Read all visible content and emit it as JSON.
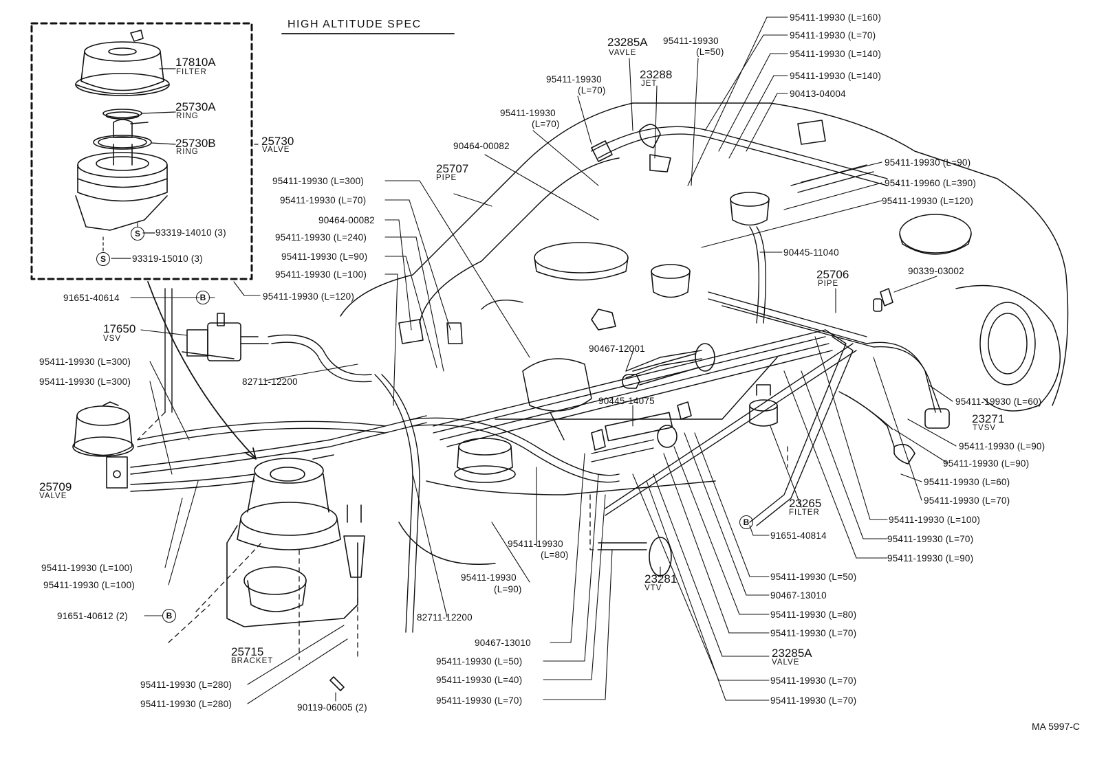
{
  "title": "HIGH ALTITUDE SPEC",
  "reference": "MA 5997-C",
  "detail_box": {
    "filter_num": "17810A",
    "filter_name": "FILTER",
    "ring_a_num": "25730A",
    "ring_a_name": "RING",
    "ring_b_num": "25730B",
    "ring_b_name": "RING",
    "valve_num": "25730",
    "valve_name": "VALVE",
    "screw_1": "93319-14010 (3)",
    "screw_2": "93319-15010 (3)",
    "marker": "S"
  },
  "components": {
    "vsv_num": "17650",
    "vsv_name": "VSV",
    "valve_25709_num": "25709",
    "valve_25709_name": "VALVE",
    "bracket_num": "25715",
    "bracket_name": "BRACKET",
    "pipe_25707_num": "25707",
    "pipe_25707_name": "PIPE",
    "vavle_23285a_num": "23285A",
    "vavle_23285a_name": "VAVLE",
    "jet_num": "23288",
    "jet_name": "JET",
    "pipe_25706_num": "25706",
    "pipe_25706_name": "PIPE",
    "tvsv_num": "23271",
    "tvsv_name": "TVSV",
    "filter_23265_num": "23265",
    "filter_23265_name": "FILTER",
    "valve_23285a_num": "23285A",
    "valve_23285a_name": "VALVE",
    "vtv_num": "23281",
    "vtv_name": "VTV"
  },
  "labels": {
    "l_91651_40614": "91651-40614",
    "l_hose_120_left": "95411-19930 (L=120)",
    "l_82711_upper": "82711-12200",
    "l_hose_300_a": "95411-19930 (L=300)",
    "l_hose_300_b": "95411-19930 (L=300)",
    "l_hose_100_a": "95411-19930 (L=100)",
    "l_hose_100_b": "95411-19930 (L=100)",
    "l_91651_40612": "91651-40612 (2)",
    "l_hose_280_a": "95411-19930 (L=280)",
    "l_hose_280_b": "95411-19930 (L=280)",
    "l_90119": "90119-06005 (2)",
    "l_hose_300_mid": "95411-19930 (L=300)",
    "l_hose_70_mid": "95411-19930 (L=70)",
    "l_90464_mid": "90464-00082",
    "l_hose_240": "95411-19930 (L=240)",
    "l_hose_90_mid": "95411-19930 (L=90)",
    "l_hose_100_mid": "95411-19930 (L=100)",
    "l_90464_top": "90464-00082",
    "l_hose_70_top_a_1": "95411-19930",
    "l_hose_70_top_a_2": "(L=70)",
    "l_hose_70_top_b_1": "95411-19930",
    "l_hose_70_top_b_2": "(L=70)",
    "l_hose_50_top_1": "95411-19930",
    "l_hose_50_top_2": "(L=50)",
    "l_r_160": "95411-19930 (L=160)",
    "l_r_70": "95411-19930 (L=70)",
    "l_r_140_a": "95411-19930 (L=140)",
    "l_r_140_b": "95411-19930 (L=140)",
    "l_r_90413": "90413-04004",
    "l_r_90": "95411-19930 (L=90)",
    "l_r_19960": "95411-19960 (L=390)",
    "l_r_120": "95411-19930 (L=120)",
    "l_90445_11040": "90445-11040",
    "l_90339": "90339-03002",
    "l_90467_12001": "90467-12001",
    "l_90445_14075": "90445-14075",
    "l_rr_60": "95411-19930 (L=60)",
    "l_rr_90_a": "95411-19930 (L=90)",
    "l_rr_90_b": "95411-19930 (L=90)",
    "l_rr_60_b": "95411-19930 (L=60)",
    "l_rr_70": "95411-19930 (L=70)",
    "l_rr_100": "95411-19930 (L=100)",
    "l_rr_70_b": "95411-19930 (L=70)",
    "l_rr_90_c": "95411-19930 (L=90)",
    "l_91651_40814": "91651-40814",
    "l_b_50": "95411-19930 (L=50)",
    "l_b_90467": "90467-13010",
    "l_b_80": "95411-19930 (L=80)",
    "l_b_70": "95411-19930 (L=70)",
    "l_b_70_b": "95411-19930 (L=70)",
    "l_b_70_c": "95411-19930 (L=70)",
    "l_hose_80_1": "95411-19930",
    "l_hose_80_2": "(L=80)",
    "l_hose_90_bot_1": "95411-19930",
    "l_hose_90_bot_2": "(L=90)",
    "l_82711_lower": "82711-12200",
    "l_90467_13010_left": "90467-13010",
    "l_bot_50": "95411-19930 (L=50)",
    "l_bot_40": "95411-19930 (L=40)",
    "l_bot_70": "95411-19930 (L=70)",
    "marker_b": "B"
  }
}
